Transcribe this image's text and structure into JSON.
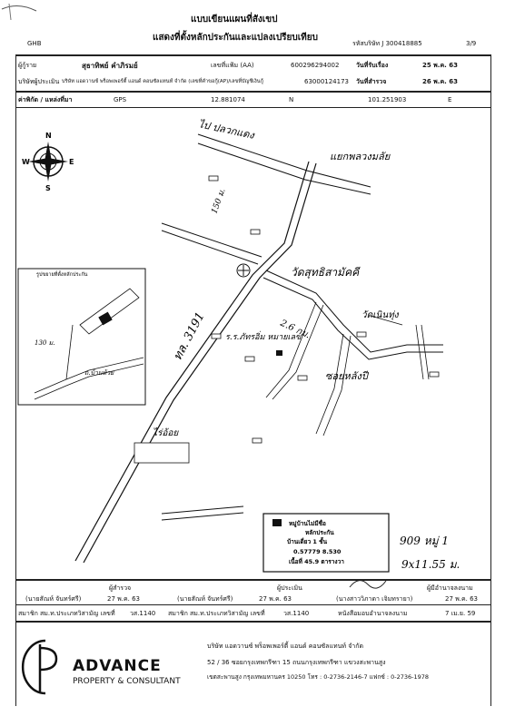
{
  "header": {
    "company_short": "GHB",
    "title": "แบบเขียนแผนที่สังเขป",
    "subtitle": "แสดงที่ตั้งหลักประกันและแปลงเปรียบเทียบ",
    "ref_label": "รหัสบริษัท J 300418885",
    "page": "3/9"
  },
  "info": {
    "borrower_label": "ผู้กู้ราย",
    "borrower_name": "สุธาทิพย์ คำภิรมย์",
    "file_label": "เลขที่แฟ้ม (AA)",
    "file_no": "600296294002",
    "received_label": "วันที่รับเรื่อง",
    "received_date": "25 พ.ค. 63",
    "appraiser_label": "บริษัทผู้ประเมิน",
    "appraiser_name": "บริษัท แอดวานซ์ พร็อพเพอร์ตี้ แอนด์ คอนซัลแทนท์ จำกัด (เลขที่คำขอกู้(AP)/เลขที่บัญชีเงินกู้",
    "app_no": "63000124173",
    "survey_label": "วันที่สำรวจ",
    "survey_date": "26 พ.ค. 63",
    "coord_label": "ค่าพิกัด / แหล่งที่มา",
    "gps": "GPS",
    "lat": "12.881074",
    "lat_dir": "N",
    "lon": "101.251903",
    "lon_dir": "E"
  },
  "map": {
    "compass": {
      "n": "N",
      "s": "S",
      "w": "W",
      "e": "E"
    },
    "inset_title": "รูปขยายที่ตั้งหลักประกัน",
    "hand_labels": {
      "to_north": "ไป ปลวกแดง",
      "junction": "แยกพลวงมลัย",
      "road_3191": "ทล. 3191",
      "temple": "วัดสุทธิสามัคคี",
      "km": "2.6 กม.",
      "school": "ร.ร.ภัทรอิ่ม หมายเลข",
      "village": "วัดเนินทุ่ง",
      "soi": "ซอยหลังปี",
      "m_1": "150 ม.",
      "m_2": "130 ม.",
      "road_inset": "ถ.บ้านห้วย",
      "field": "ไร่อ้อย"
    },
    "legend": {
      "line1": "หมู่บ้านไม่มีชื่อ",
      "line2": "หลักประกัน",
      "line3": "บ้านเดี่ยว 1 ชั้น",
      "line4": "0.57779 8.530",
      "line5": "เนื้อที่ 45.9 ตารางวา"
    },
    "hand_address": "909 หมู่ 1",
    "hand_size": "9x11.55 ม."
  },
  "signatures": {
    "appraiser_role": "ผู้สำรวจ",
    "appraiser_name": "(นายสัณห์ จันทร์ศรี)",
    "appraiser_date": "27 พ.ค. 63",
    "reviewer_role": "ผู้ประเมิน",
    "reviewer_name": "(นายสัณห์ จันทร์ศรี)",
    "reviewer_date": "27 พ.ค. 63",
    "approver_role": "ผู้มีอำนาจลงนาม",
    "approver_name": "(นางสาววิภาดา เจิมทรายา)",
    "approver_date": "27 พ.ค. 63",
    "member_label_1": "สมาชิก สม.ท.ประเภทวิสามัญ เลขที่",
    "member_no_1": "วส.1140",
    "member_label_2": "สมาชิก สม.ท.ประเภทวิสามัญ เลขที่",
    "member_no_2": "วส.1140",
    "member_label_3": "หนังสือมอบอำนาจลงนาม",
    "member_no_3": "7 เม.ย. 59"
  },
  "footer": {
    "brand": "ADVANCE",
    "tagline": "PROPERTY & CONSULTANT",
    "company": "บริษัท แอดวานซ์ พร็อพเพอร์ตี้ แอนด์ คอนซัลแทนท์ จำกัด",
    "address1": "52 / 36 ซอยกรุงเทพกรีฑา 15 ถนนกรุงเทพกรีฑา แขวงสะพานสูง",
    "address2": "เขตสะพานสูง กรุงเทพมหานคร 10250 โทร : 0-2736-2146-7 แฟกซ์ : 0-2736-1978"
  }
}
